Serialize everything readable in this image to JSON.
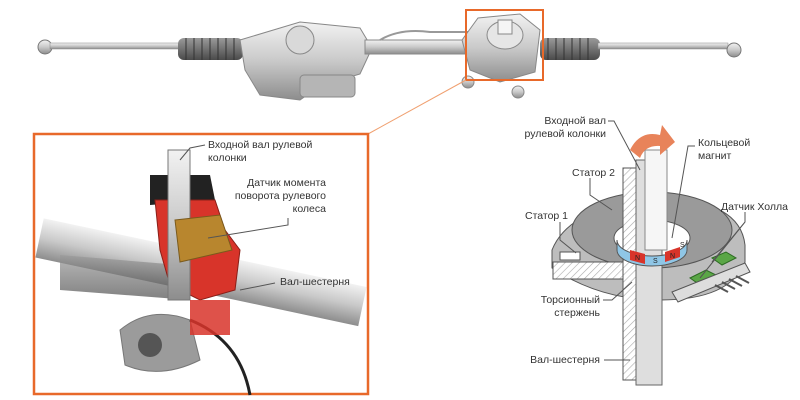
{
  "colors": {
    "highlight": "#e8692a",
    "magnet_red": "#d8342a",
    "magnet_blue": "#8fc6e6",
    "hall_green": "#5aa646",
    "sensor_gold": "#b8862e"
  },
  "inset": {
    "input_shaft": [
      "Входной вал рулевой",
      "колонки"
    ],
    "torque_sensor": [
      "Датчик момента",
      "поворота рулевого",
      "колеса"
    ],
    "pinion_shaft": "Вал-шестерня"
  },
  "sensor_diagram": {
    "input_shaft": [
      "Входной вал",
      "рулевой колонки"
    ],
    "stator2": "Статор 2",
    "stator1": "Статор 1",
    "ring_magnet": [
      "Кольцевой",
      "магнит"
    ],
    "hall_sensor": "Датчик Холла",
    "torsion_bar": [
      "Торсионный",
      "стержень"
    ],
    "pinion_shaft": "Вал-шестерня",
    "magnet_poles": [
      "N",
      "S",
      "N",
      "S"
    ]
  }
}
